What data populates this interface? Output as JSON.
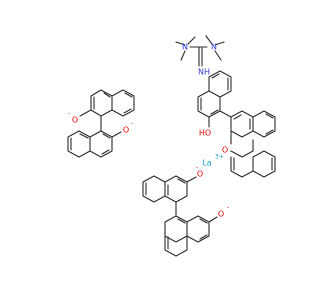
{
  "colors": {
    "bond": "#2b2b2b",
    "oxygen": "#e60000",
    "nitrogen": "#2e3ad6",
    "lanthanum": "#19a3c7",
    "carbon_text": "#222222"
  },
  "labels": {
    "n_left": "N",
    "n_right": "N",
    "nh": "NH",
    "o_minus_1": "O",
    "o_minus_2": "O",
    "ho": "HO",
    "o_minus_3": "O",
    "o_minus_4": "O",
    "o_minus_5": "O",
    "la": "La",
    "charge_minus": "-",
    "charge_la": "3+"
  }
}
